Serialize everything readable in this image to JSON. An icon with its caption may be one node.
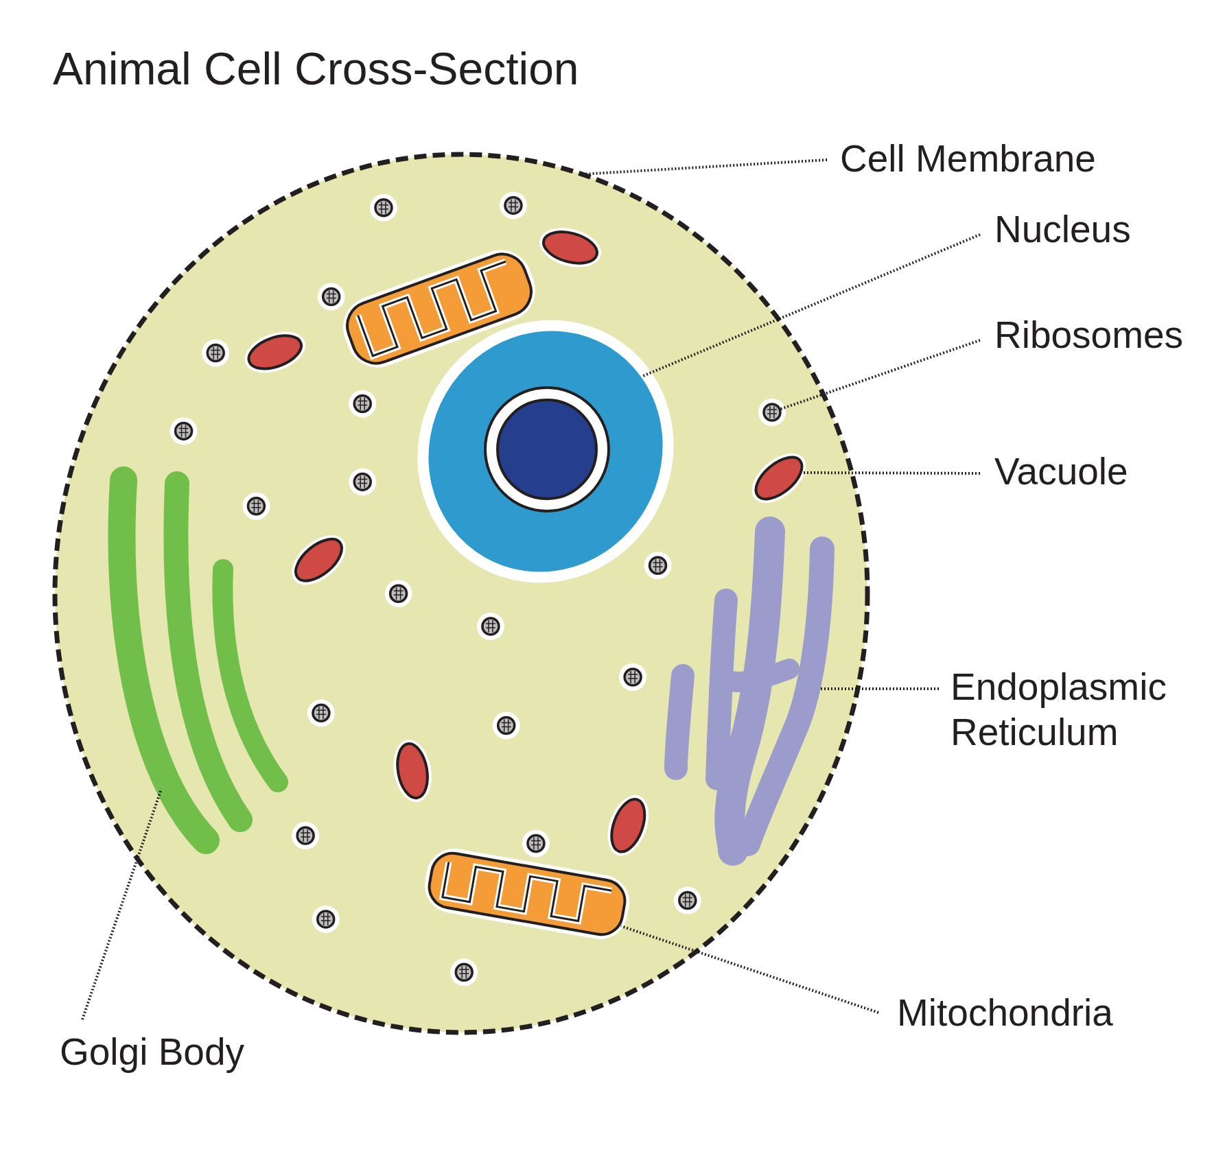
{
  "diagram": {
    "title": "Animal Cell Cross-Section",
    "nodes": [
      {
        "text": [],
        "shape": "picture"
      },
      {
        "text": [],
        "shape": "picture",
        "in": 0
      },
      {
        "text": [],
        "shape": "picture",
        "in": 0
      },
      {
        "text": [],
        "shape": "picture",
        "in": 0
      },
      {
        "text": [],
        "shape": "picture",
        "in": 0
      },
      {
        "text": [],
        "shape": "picture",
        "in": 0
      },
      {
        "text": [],
        "shape": "picture",
        "in": 0
      },
      {
        "text": [
          "Cell Membrane"
        ]
      },
      {
        "text": [
          "Nucleus"
        ]
      },
      {
        "text": [
          "Ribosomes"
        ]
      },
      {
        "text": [
          "Vacuole"
        ]
      },
      {
        "text": [
          "Endoplasmic Reticulum"
        ]
      },
      {
        "text": [
          "Mitochondria"
        ]
      },
      {
        "text": [
          "Golgi Body"
        ]
      }
    ],
    "edges": [
      {
        "from": 7,
        "to": 0,
        "arrow": "none"
      },
      {
        "from": 8,
        "to": 1,
        "arrow": "none"
      },
      {
        "from": 9,
        "to": 2,
        "arrow": "none"
      },
      {
        "from": 10,
        "to": 3,
        "arrow": "none"
      },
      {
        "from": 11,
        "to": 4,
        "arrow": "none"
      },
      {
        "from": 12,
        "to": 5,
        "arrow": "none"
      },
      {
        "from": 13,
        "to": 6,
        "arrow": "none"
      }
    ]
  }
}
